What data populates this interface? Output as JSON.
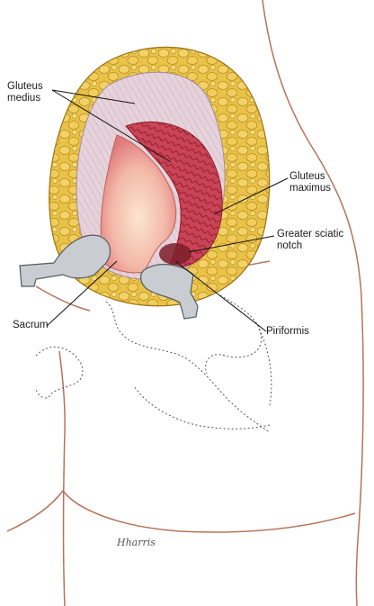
{
  "labels": {
    "gluteus_medius": "Gluteus\nmedius",
    "gluteus_maximus": "Gluteus\nmaximus",
    "greater_sciatic_notch": "Greater sciatic\nnotch",
    "sacrum": "Sacrum",
    "piriformis": "Piriformis"
  },
  "signature": "Hharris",
  "colors": {
    "skin_outline": "#b5735a",
    "fat_yellow": "#e6bb3c",
    "fat_dark": "#b88a1c",
    "muscle_pink": "#e4cfd8",
    "muscle_red": "#c23a4a",
    "sacrum_pink": "#f2a7a0",
    "retractor_gray": "#c9cdd1",
    "leader_line": "#111111"
  }
}
